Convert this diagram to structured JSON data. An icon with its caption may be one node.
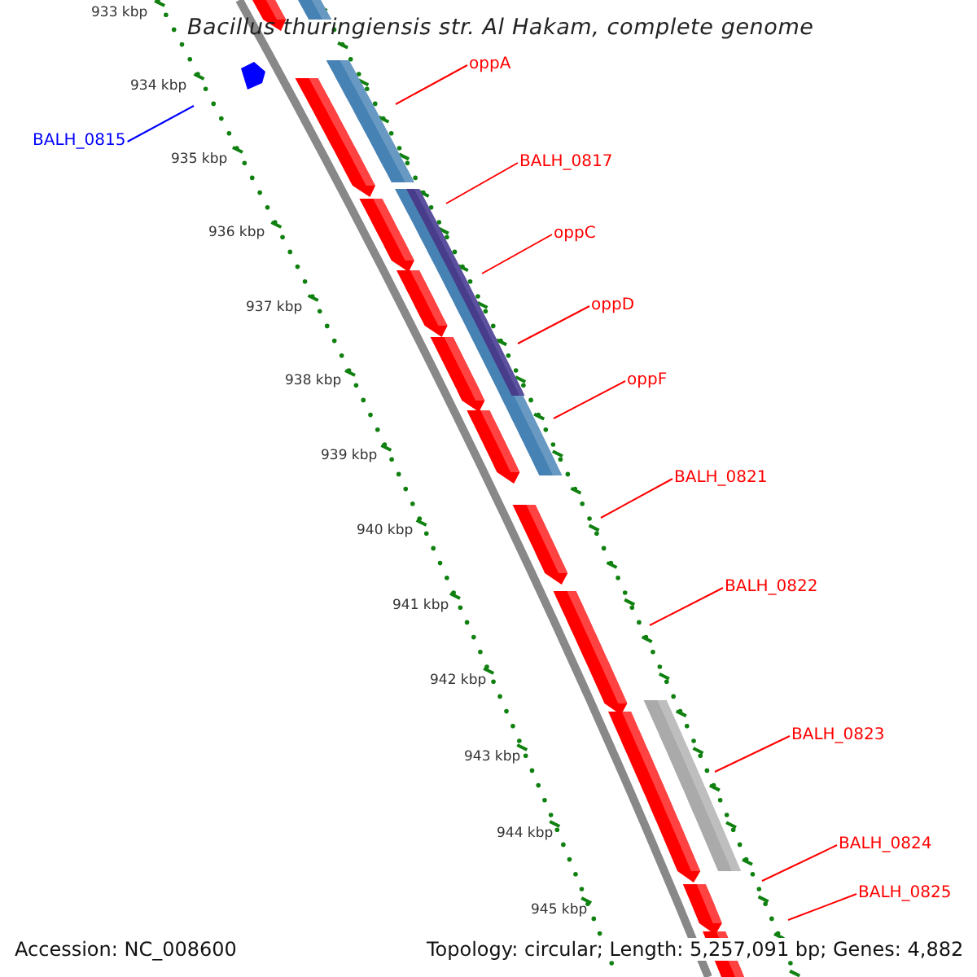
{
  "diagram": {
    "title": "Bacillus thuringiensis str. Al Hakam, complete genome",
    "nodes": [
      {
        "text": [
          "BALH_0815"
        ]
      },
      {
        "text": [
          "oppA"
        ]
      },
      {
        "text": [
          "BALH_0817"
        ]
      },
      {
        "text": [
          "oppC"
        ]
      },
      {
        "text": [
          "oppD"
        ]
      },
      {
        "text": [
          "oppF"
        ]
      },
      {
        "text": [
          "BALH_0821"
        ]
      },
      {
        "text": [
          "BALH_0822"
        ]
      },
      {
        "text": [
          "BALH_0823"
        ]
      },
      {
        "text": [
          "BALH_0824"
        ]
      },
      {
        "text": [
          "BALH_0825"
        ]
      }
    ],
    "edges": [
      {
        "from": 0,
        "to": null,
        "arrow": "none",
        "color": "#0000ff"
      },
      {
        "from": 1,
        "to": null,
        "arrow": "none"
      },
      {
        "from": 2,
        "to": null,
        "arrow": "none"
      },
      {
        "from": 3,
        "to": null,
        "arrow": "none"
      },
      {
        "from": 4,
        "to": null,
        "arrow": "none"
      },
      {
        "from": 5,
        "to": null,
        "arrow": "none"
      },
      {
        "from": 6,
        "to": null,
        "arrow": "none"
      },
      {
        "from": 7,
        "to": null,
        "arrow": "none"
      },
      {
        "from": 8,
        "to": null,
        "arrow": "none"
      },
      {
        "from": 9,
        "to": null,
        "arrow": "none"
      },
      {
        "from": 10,
        "to": null,
        "arrow": "none"
      }
    ],
    "labels": [
      "933 kbp",
      "934 kbp",
      "935 kbp",
      "936 kbp",
      "937 kbp",
      "938 kbp",
      "939 kbp",
      "940 kbp",
      "941 kbp",
      "942 kbp",
      "943 kbp",
      "944 kbp",
      "945 kbp",
      "Accession: NC_008600",
      "Topology: circular; Length: 5,257,091 bp; Genes: 4,882"
    ]
  }
}
